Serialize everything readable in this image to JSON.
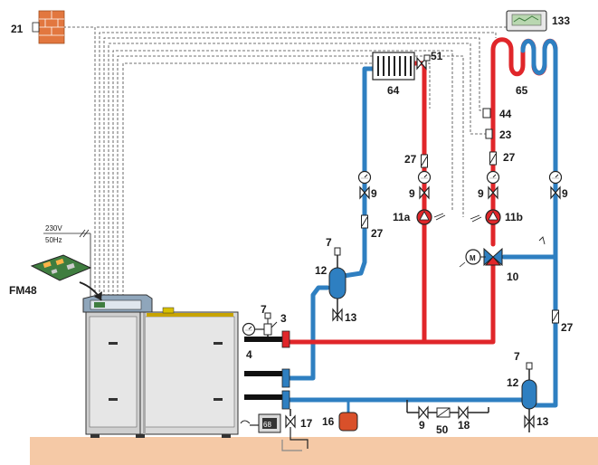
{
  "colors": {
    "supply": "#e0262a",
    "return": "#2e7fc1",
    "floor": "#f5c9a6",
    "brick": "#e2773f",
    "boiler_body": "#d9d9d9",
    "panel": "#8fa6bb",
    "expansion_vessel": "#d9502a",
    "board": "#3f7d3f"
  },
  "labels": {
    "outdoor_sensor": "21",
    "room_unit": "133",
    "mixer_valve_actuator": "51",
    "radiator": "64",
    "floor_heating": "65",
    "safety_limiter": "44",
    "flow_sensor": "23",
    "check_valve_a": "27",
    "check_valve_b": "27",
    "check_valve_c": "27",
    "check_valve_d": "27",
    "valve_a": "9",
    "valve_b": "9",
    "valve_c": "9",
    "valve_d": "9",
    "valve_e": "9",
    "pump_a": "11a",
    "pump_b": "11b",
    "mixing_valve": "10",
    "vent_a": "7",
    "vent_b": "7",
    "vent_c": "7",
    "separator_a": "12",
    "separator_b": "12",
    "drain_a": "13",
    "drain_b": "13",
    "safety_group": "3",
    "boiler_port": "4",
    "expansion_vessel": "16",
    "fill_valve": "17",
    "filter": "50",
    "shutoff": "18",
    "condensate_pump": "68",
    "module": "FM48",
    "voltage": "230V",
    "frequency": "50Hz"
  },
  "icons": {
    "pump": "pump-icon",
    "motor": "motor-icon",
    "gauge": "pressure-gauge-icon",
    "valve": "valve-icon",
    "check_valve": "check-valve-icon",
    "radiator": "radiator-icon",
    "room_unit": "room-thermostat-icon",
    "outdoor_sensor": "outdoor-sensor-icon",
    "expansion_vessel": "expansion-vessel-icon",
    "boiler": "boiler-icon",
    "board": "control-board-icon"
  }
}
